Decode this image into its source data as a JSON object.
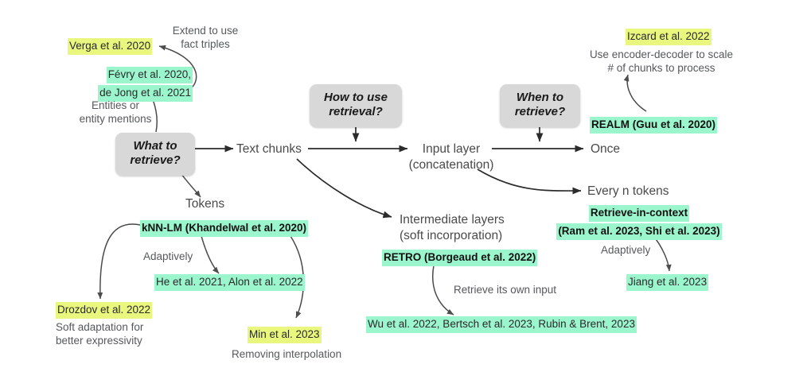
{
  "diagram": {
    "title": "Retrieval-augmented language model taxonomy",
    "colors": {
      "highlight_green": "#9bf5cd",
      "highlight_yellow": "#eaf77f",
      "pill_gray": "#d8d8d8",
      "text_gray": "#4a4a4a",
      "edge_gray": "#3a3a3a",
      "background": "#ffffff"
    },
    "pills": {
      "what_to_retrieve": "What to\nretrieve?",
      "what_to_retrieve_l1": "What to",
      "what_to_retrieve_l2": "retrieve?",
      "how_to_use_l1": "How to use",
      "how_to_use_l2": "retrieval?",
      "when_to_retrieve_l1": "When to",
      "when_to_retrieve_l2": "retrieve?"
    },
    "nodes": {
      "text_chunks": "Text chunks",
      "tokens": "Tokens",
      "input_layer_l1": "Input layer",
      "input_layer_l2": "(concatenation)",
      "intermediate_l1": "Intermediate layers",
      "intermediate_l2": "(soft incorporation)",
      "once": "Once",
      "every_n_tokens": "Every n tokens"
    },
    "citations": {
      "verga": "Verga et al. 2020",
      "fevry_l1": "Févry et al. 2020,",
      "fevry_l2": "de Jong et al. 2021",
      "izcard": "Izcard et al. 2022",
      "realm": "REALM (Guu et al. 2020)",
      "knnlm": "kNN-LM (Khandelwal et al. 2020)",
      "he_alon": "He et al. 2021, Alon et al. 2022",
      "drozdov": "Drozdov et al. 2022",
      "min": "Min et al. 2023",
      "retro": "RETRO (Borgeaud et al. 2022)",
      "wu_bertsch_rubin": "Wu et al. 2022, Bertsch et al. 2023, Rubin & Brent, 2023",
      "ric_l1": "Retrieve-in-context",
      "ric_l2": "(Ram et al. 2023, Shi et al. 2023)",
      "jiang": "Jiang et al. 2023"
    },
    "annotations": {
      "extend_l1": "Extend to use",
      "extend_l2": "fact triples",
      "entities_l1": "Entities or",
      "entities_l2": "entity mentions",
      "encoder_decoder_l1": "Use encoder-decoder to scale",
      "encoder_decoder_l2": "# of chunks to process",
      "adaptively_left": "Adaptively",
      "adaptively_right": "Adaptively",
      "soft_adaptation_l1": "Soft adaptation for",
      "soft_adaptation_l2": "better expressivity",
      "removing_interpolation": "Removing interpolation",
      "retrieve_own_input": "Retrieve its own input"
    }
  }
}
